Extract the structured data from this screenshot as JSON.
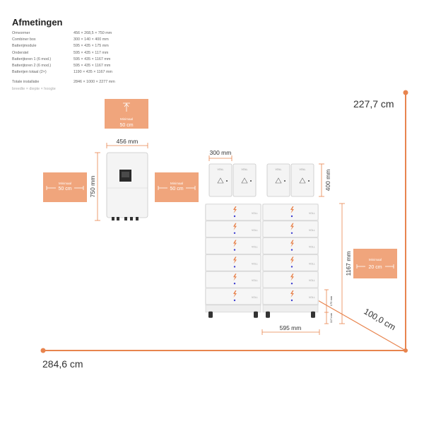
{
  "header": {
    "title": "Afmetingen"
  },
  "specs": [
    {
      "label": "Omvormer",
      "value": "456 × 268,5 × 750 mm"
    },
    {
      "label": "Combiner box",
      "value": "300 × 140 × 400 mm"
    },
    {
      "label": "Batterijmodule",
      "value": "595 × 435 × 175 mm"
    },
    {
      "label": "Onderstel",
      "value": "595 × 435 × 117 mm"
    },
    {
      "label": "Batterijtoren 1 (6 mod.)",
      "value": "595 × 435 × 1167 mm"
    },
    {
      "label": "Batterijtoren 2 (6 mod.)",
      "value": "595 × 435 × 1167 mm"
    },
    {
      "label": "Batterijen totaal (2×)",
      "value": "1190 × 435 × 1167 mm"
    }
  ],
  "total": {
    "label": "Totale installatie",
    "value": "2846 × 1000 × 2277 mm",
    "note": "breedte × diepte × hoogte"
  },
  "clearance": {
    "caption": "Minimaal",
    "top": "50 cm",
    "left": "50 cm",
    "right": "50 cm",
    "battery": "20 cm"
  },
  "dimensions": {
    "inverter_width": "456 mm",
    "inverter_height": "750 mm",
    "combiner_width": "300 mm",
    "combiner_height": "400 mm",
    "battery_width": "595 mm",
    "battery_height": "1167 mm",
    "base_height": "117 mm",
    "module_height": "175 mm"
  },
  "room": {
    "height": "227,7 cm",
    "depth": "100,0 cm",
    "width": "284,6 cm"
  },
  "brand": {
    "name": "VOLL"
  },
  "colors": {
    "accent": "#e8844e",
    "clearance_fill": "#f0a57c",
    "body": "#f4f4f4",
    "outline": "#c8c8c8"
  },
  "icons": [
    "arrow-up-icon",
    "arrow-left-icon",
    "arrow-right-icon",
    "lightning-icon",
    "warning-icon"
  ]
}
